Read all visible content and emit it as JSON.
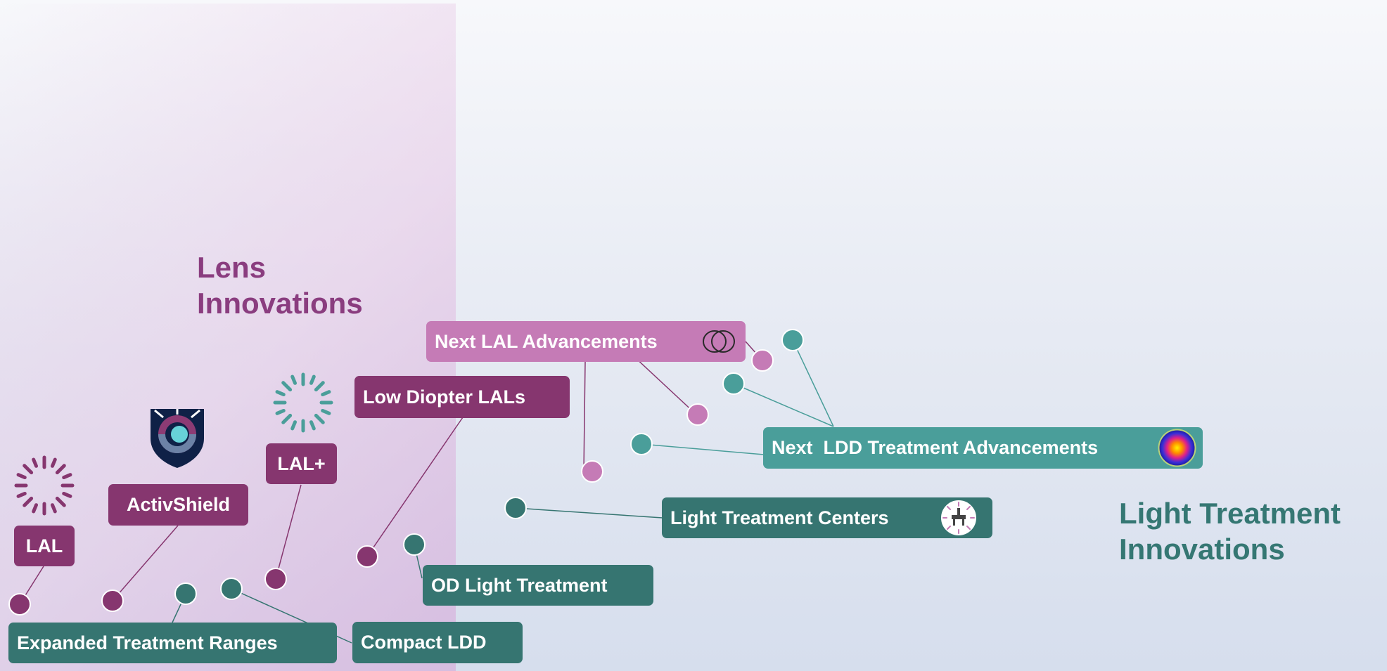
{
  "sections": {
    "lens_title": "Lens\nInnovations",
    "light_title": "Light Treatment\nInnovations"
  },
  "nodes": {
    "next_lal": "Next LAL Advancements",
    "low_diopter": "Low Diopter LALs",
    "lal_plus": "LAL+",
    "activshield": "ActivShield",
    "lal": "LAL",
    "next_ldd": "Next  LDD Treatment Advancements",
    "light_centers": "Light Treatment Centers",
    "od_light": "OD Light Treatment",
    "compact_ldd": "Compact LDD",
    "expanded_ranges": "Expanded Treatment Ranges"
  },
  "icons": {
    "lal": "sunburst-icon",
    "activshield": "shield-icon",
    "lal_plus": "sunburst-icon",
    "next_lal": "lens-rings-icon",
    "next_ldd": "gradient-orb-icon",
    "light_centers": "clinic-badge-icon"
  },
  "colors": {
    "lens_purple": "#86366f",
    "lens_pink": "#c57bb6",
    "light_teal": "#4a9e9a",
    "light_dark_teal": "#367571"
  }
}
